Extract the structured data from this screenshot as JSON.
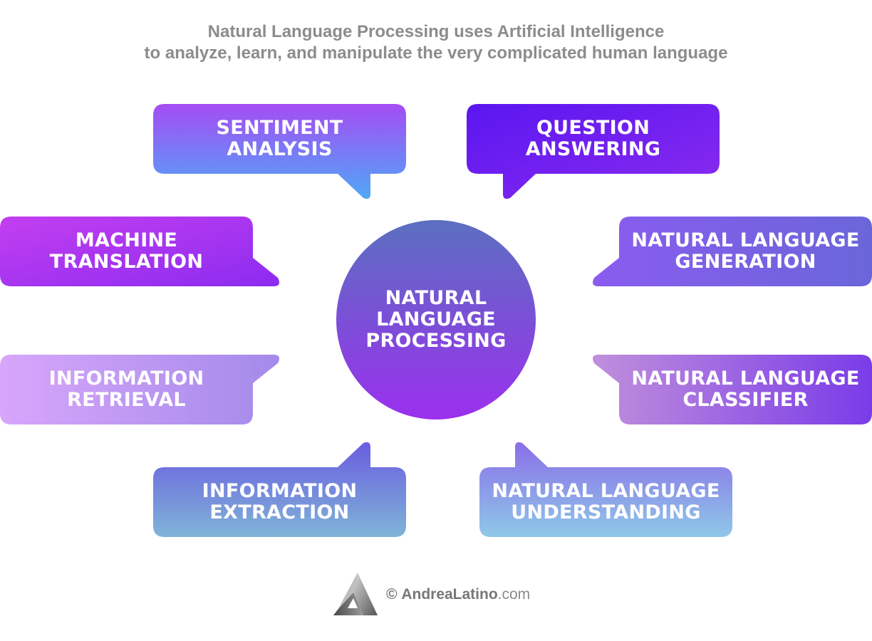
{
  "title": {
    "line1": "Natural Language Processing uses Artificial Intelligence",
    "line2": "to analyze, learn, and manipulate the very complicated human language"
  },
  "center": {
    "line1": "NATURAL",
    "line2": "LANGUAGE",
    "line3": "PROCESSING",
    "color_top": "#5b6fc0",
    "color_bottom": "#9b30ee"
  },
  "bubbles": [
    {
      "line1": "SENTIMENT",
      "line2": "ANALYSIS",
      "color_from": "#a54cf4",
      "color_to": "#4fa8f7"
    },
    {
      "line1": "QUESTION",
      "line2": "ANSWERING",
      "color_from": "#5a16f0",
      "color_to": "#8a2bef"
    },
    {
      "line1": "MACHINE",
      "line2": "TRANSLATION",
      "color_from": "#c33ff0",
      "color_to": "#8c2bf0"
    },
    {
      "line1": "NATURAL LANGUAGE",
      "line2": "GENERATION",
      "color_from": "#8a5cf0",
      "color_to": "#6a66d9"
    },
    {
      "line1": "INFORMATION",
      "line2": "RETRIEVAL",
      "color_from": "#d7a6fb",
      "color_to": "#a48aea"
    },
    {
      "line1": "NATURAL LANGUAGE",
      "line2": "CLASSIFIER",
      "color_from": "#c08fdc",
      "color_to": "#7a3ce8"
    },
    {
      "line1": "INFORMATION",
      "line2": "EXTRACTION",
      "color_from": "#6a5de0",
      "color_to": "#7fb4d8"
    },
    {
      "line1": "NATURAL LANGUAGE",
      "line2": "UNDERSTANDING",
      "color_from": "#8a6ee8",
      "color_to": "#8fc8e8"
    }
  ],
  "footer": {
    "copyright": "©",
    "brand_bold": "AndreaLatino",
    "brand_suffix": ".com"
  }
}
